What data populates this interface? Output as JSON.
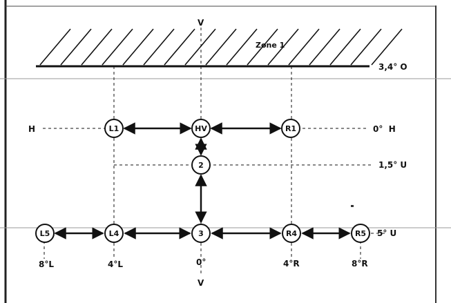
{
  "zone": {
    "label": "Zone 1",
    "cutoff_label": "3,4° O"
  },
  "axes": {
    "vertical_top": "V",
    "vertical_bottom": "V",
    "horizontal_left": "H"
  },
  "row_labels": {
    "zero_h": "0°  H",
    "one_five_u": "1,5° U",
    "five_u": "5° U"
  },
  "column_labels": {
    "l8": "8°L",
    "l4": "4°L",
    "zero": "0°",
    "r4": "4°R",
    "r8": "8°R"
  },
  "nodes": {
    "L1": "L1",
    "HV": "HV",
    "R1": "R1",
    "two": "2",
    "L5": "L5",
    "L4": "L4",
    "three": "3",
    "R4": "R4",
    "R5": "R5"
  },
  "colors": {
    "ink": "#111111",
    "border": "#333333",
    "background": "#ffffff"
  }
}
